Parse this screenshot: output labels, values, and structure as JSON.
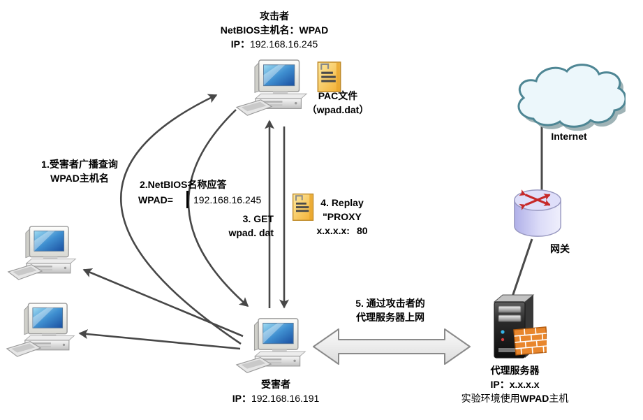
{
  "attacker": {
    "name": "攻击者",
    "netbios": "NetBIOS主机名：WPAD",
    "ip_label": "IP：",
    "ip": "192.168.16.245"
  },
  "pac_file": {
    "title": "PAC文件",
    "filename": "（wpad.dat）"
  },
  "internet": {
    "label": "Internet"
  },
  "gateway": {
    "label": "网关"
  },
  "proxy": {
    "name": "代理服务器",
    "ip_label": "IP：",
    "ip": "x.x.x.x",
    "note_pre": "实验环境使用",
    "note_wpad": "WPAD",
    "note_post": "主机"
  },
  "victim": {
    "name": "受害者",
    "ip_label": "IP：",
    "ip": "192.168.16.191"
  },
  "steps": {
    "step1": {
      "line1": "1.受害者广播查询",
      "line2": "WPAD主机名"
    },
    "step2": {
      "line1": "2.NetBIOS名称应答",
      "wpad": "WPAD=",
      "ip": "192.168.16.245"
    },
    "step3": {
      "line1": "3. GET",
      "line2": "wpad. dat"
    },
    "step4": {
      "line1": "4. Replay",
      "line2": "\"PROXY",
      "host": "x.x.x.x:",
      "port": "80"
    },
    "step5": {
      "line1": "5. 通过攻击者的",
      "line2": "代理服务器上网"
    }
  },
  "icons": {
    "attacker_computer": "desktop-computer-icon",
    "victim_computer": "desktop-computer-icon",
    "client_computer_1": "desktop-computer-icon",
    "client_computer_2": "desktop-computer-icon",
    "pac_document": "document-icon",
    "replay_document": "document-icon",
    "internet_cloud": "cloud-icon",
    "gateway_router": "router-icon",
    "proxy_server": "server-firewall-icon"
  },
  "colors": {
    "arrow": "#474747",
    "document_yellow": "#f6bd3e",
    "cloud_fill": "#ecf7fb",
    "cloud_stroke": "#4e8694",
    "router_fill": "#c9c9f2",
    "router_arrows": "#c62828",
    "firewall_orange": "#e8862c",
    "screen_blue": "#1a4fa0",
    "block_arrow_fill": "#f0f0f0"
  }
}
